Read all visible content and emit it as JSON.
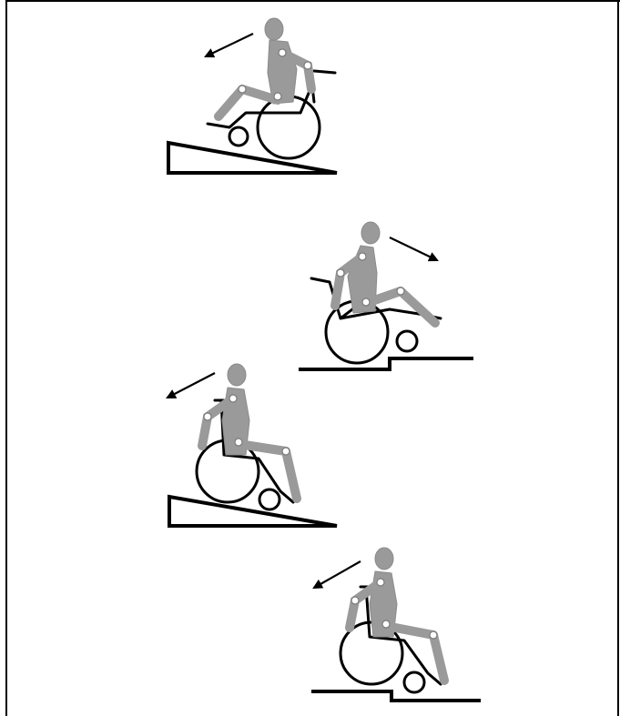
{
  "figure": {
    "illustrations": [
      {
        "id": "ascend-ramp-forward",
        "surface": "ramp",
        "movement_direction": "up-left"
      },
      {
        "id": "descend-step-backward",
        "surface": "step",
        "movement_direction": "down-right"
      },
      {
        "id": "ascend-ramp-leaning",
        "surface": "ramp",
        "movement_direction": "up-left"
      },
      {
        "id": "climb-step-leaning",
        "surface": "step",
        "movement_direction": "up-left"
      }
    ],
    "colors": {
      "figure_gray": "#9a9a9a",
      "line_black": "#000000",
      "background": "#ffffff"
    }
  }
}
